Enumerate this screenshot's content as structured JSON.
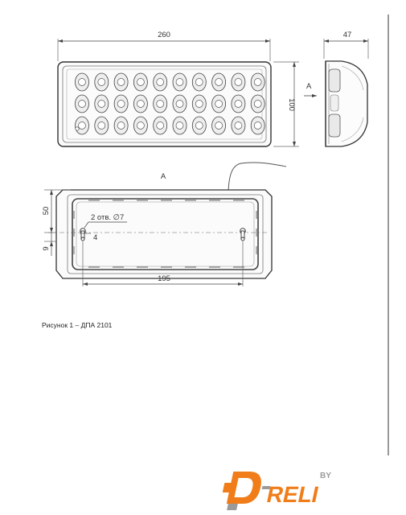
{
  "dimensions": {
    "width_top": "260",
    "height_front": "100",
    "depth_side": "47",
    "view_arrow_label": "A",
    "view_a_title": "A",
    "height_rear": "50",
    "offset_small": "9",
    "hole_spacing": "195",
    "holes_note": "2 отв. ∅7",
    "hole_offset": "4"
  },
  "caption": "Рисунок 1 – ДПА 2101",
  "logo": {
    "text": "DRELI",
    "suffix": "BY",
    "color_orange": "#f07d1a",
    "color_gray": "#9a9a9a"
  },
  "colors": {
    "line": "#555555",
    "led_fill": "#e6e6e6",
    "body_outline": "#444444"
  }
}
